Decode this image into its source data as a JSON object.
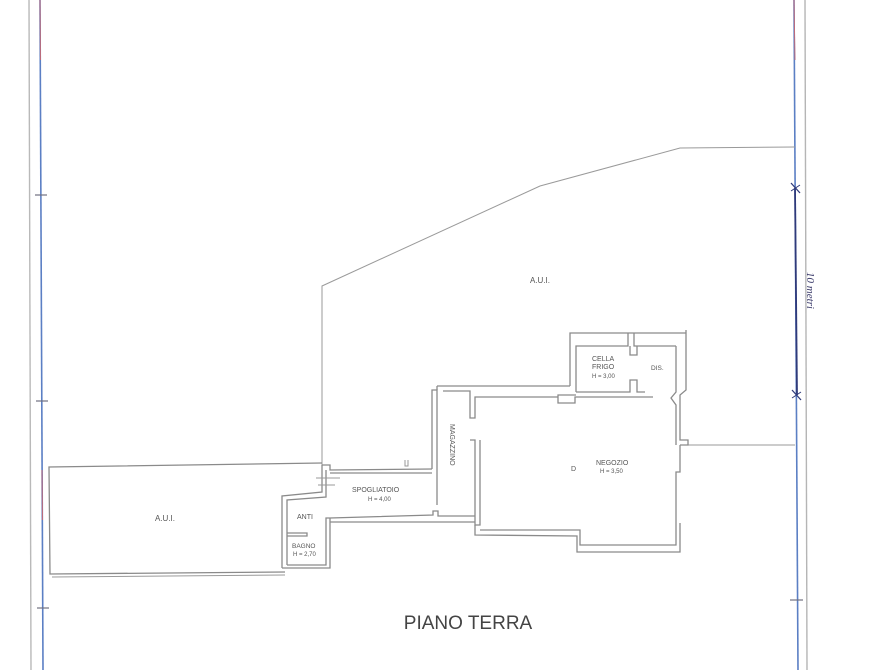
{
  "drawing": {
    "title": "PIANO TERRA",
    "scale_label": "10 metri",
    "colors": {
      "wall": "#8a8a8a",
      "scale_line_blue": "#5b7fc4",
      "scale_line_red": "#c06a78",
      "border_gray": "#b5b5b5",
      "text": "#555555"
    }
  },
  "rooms": [
    {
      "id": "aui-top",
      "name": "A.U.I.",
      "height": ""
    },
    {
      "id": "aui-left",
      "name": "A.U.I.",
      "height": ""
    },
    {
      "id": "cella-frigo",
      "name": "CELLA",
      "name2": "FRIGO",
      "height": "H = 3,00"
    },
    {
      "id": "dis",
      "name": "DIS.",
      "height": ""
    },
    {
      "id": "negozio",
      "name": "NEGOZIO",
      "height": "H = 3,50"
    },
    {
      "id": "magazzino",
      "name": "MAGAZZINO",
      "height": ""
    },
    {
      "id": "spogliatoio",
      "name": "SPOGLIATOIO",
      "height": "H = 4,00"
    },
    {
      "id": "anti",
      "name": "ANTI",
      "height": ""
    },
    {
      "id": "bagno",
      "name": "BAGNO",
      "height": "H = 2,70"
    }
  ],
  "annotations": {
    "negozio_marker": "D"
  }
}
